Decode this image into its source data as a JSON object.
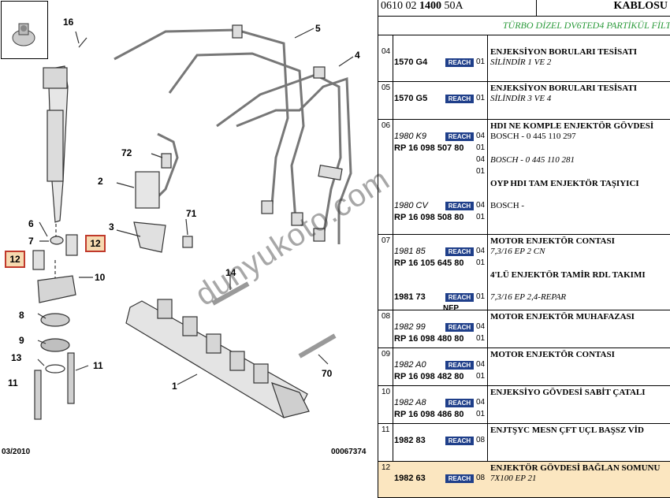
{
  "diagram": {
    "callouts": [
      "71",
      "16",
      "5",
      "4",
      "72",
      "2",
      "3",
      "71",
      "6",
      "7",
      "12",
      "12",
      "10",
      "14",
      "8",
      "9",
      "13",
      "11",
      "11",
      "1",
      "70"
    ],
    "date": "03/2010",
    "code": "00067374",
    "watermark": "dunyukoto.com"
  },
  "header": {
    "ref_prefix": "0610 02",
    "ref_bold": "1400",
    "ref_suffix": "50A",
    "right_title": "KABLOSU",
    "subtitle": "TÜRBO DİZEL DV6TED4 PARTİKÜL FİLT"
  },
  "reach_label": "REACH",
  "rows": [
    {
      "num": "04",
      "lines": [
        {
          "code": "1570 G4",
          "style": "bold",
          "reach": true,
          "qty": "01",
          "title": "ENJEKSİYON BORULARI TESİSATI",
          "desc": "SİLİNDİR 1 VE 2"
        }
      ]
    },
    {
      "num": "05",
      "lines": [
        {
          "code": "1570 G5",
          "style": "bold",
          "reach": true,
          "qty": "01",
          "title": "ENJEKSİYON BORULARI TESİSATI",
          "desc": "SİLİNDİR 3 VE 4"
        }
      ]
    },
    {
      "num": "06",
      "lines": [
        {
          "code": "1980 K9",
          "style": "it",
          "reach": true,
          "qty": "04",
          "title": "HDI NE KOMPLE ENJEKTÖR GÖVDESİ",
          "desc": "BOSCH - 0 445 110 297"
        },
        {
          "code": "RP 16 098 507 80",
          "style": "bold",
          "qty": "01"
        },
        {
          "qty": "04",
          "desc": "BOSCH - 0 445 110 281"
        },
        {
          "qty": "01"
        },
        {
          "title": "OYP HDI TAM ENJEKTÖR TAŞIYICI"
        },
        {
          "code": "1980 CV",
          "style": "it",
          "reach": true,
          "qty": "04",
          "desc": "BOSCH -"
        },
        {
          "code": "RP 16 098 508 80",
          "style": "bold",
          "qty": "01"
        }
      ]
    },
    {
      "num": "07",
      "lines": [
        {
          "code": "1981 85",
          "style": "it",
          "reach": true,
          "qty": "04",
          "title": "MOTOR ENJEKTÖR CONTASI",
          "desc": "7,3/16 EP 2 CN"
        },
        {
          "code": "RP 16 105 645 80",
          "style": "bold",
          "qty": "01"
        },
        {
          "title": "4'LÜ ENJEKTÖR TAMİR RDL TAKIMI"
        },
        {
          "code": "1981 73",
          "style": "bold",
          "reach": true,
          "qty": "01",
          "desc": "7,3/16 EP 2,4-REPAR"
        },
        {
          "nfp": "NFP"
        }
      ]
    },
    {
      "num": "08",
      "lines": [
        {
          "code": "1982 99",
          "style": "it",
          "reach": true,
          "qty": "04",
          "title": "MOTOR ENJEKTÖR MUHAFAZASI"
        },
        {
          "code": "RP 16 098 480 80",
          "style": "bold",
          "qty": "01"
        }
      ]
    },
    {
      "num": "09",
      "lines": [
        {
          "code": "1982 A0",
          "style": "it",
          "reach": true,
          "qty": "04",
          "title": "MOTOR ENJEKTÖR CONTASI"
        },
        {
          "code": "RP 16 098 482 80",
          "style": "bold",
          "qty": "01"
        }
      ]
    },
    {
      "num": "10",
      "lines": [
        {
          "code": "1982 A8",
          "style": "it",
          "reach": true,
          "qty": "04",
          "title": "ENJEKSİYO GÖVDESİ SABİT ÇATALI"
        },
        {
          "code": "RP 16 098 486 80",
          "style": "bold",
          "qty": "01"
        }
      ]
    },
    {
      "num": "11",
      "lines": [
        {
          "code": "1982 83",
          "style": "bold",
          "reach": true,
          "qty": "08",
          "title": "ENJTŞYC MESN ÇFT UÇL BAŞSZ VİD"
        }
      ]
    },
    {
      "num": "12",
      "highlight": true,
      "lines": [
        {
          "code": "1982 63",
          "style": "bold",
          "reach": true,
          "qty": "08",
          "title": "ENJEKTÖR GÖVDESİ BAĞLAN SOMUNU",
          "desc": "7X100 EP 21"
        }
      ]
    }
  ]
}
